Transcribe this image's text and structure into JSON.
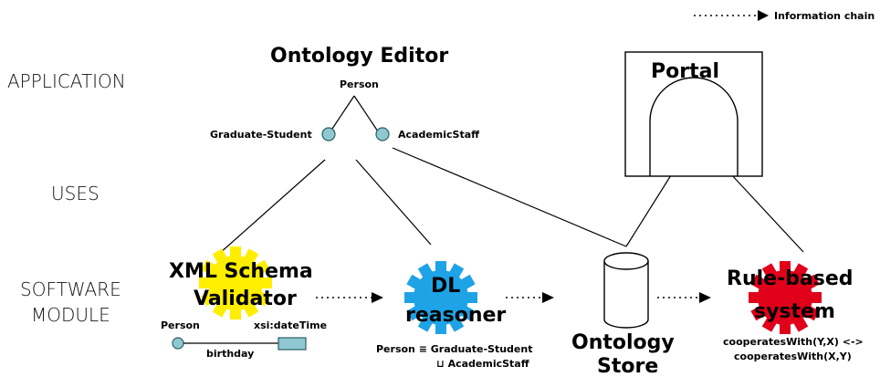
{
  "legend": {
    "label": "Information chain"
  },
  "layers": {
    "application": "APPLICATION",
    "uses": "USES",
    "software_line1": "SOFTWARE",
    "software_line2": "MODULE"
  },
  "ontology_editor": {
    "title": "Ontology Editor",
    "root": "Person",
    "child_left": "Graduate-Student",
    "child_right": "AcademicStaff"
  },
  "portal": {
    "title": "Portal"
  },
  "xml_validator": {
    "line1": "XML Schema",
    "line2": "Validator",
    "left_label": "Person",
    "right_label": "xsi:dateTime",
    "edge_label": "birthday",
    "gear_color": "#ffee00"
  },
  "dl_reasoner": {
    "line1": "DL",
    "line2": "reasoner",
    "axiom_line1": "Person ≡ Graduate-Student",
    "axiom_line2": "⊔ AcademicStaff",
    "gear_color": "#1ea3e6"
  },
  "ontology_store": {
    "line1": "Ontology",
    "line2": "Store"
  },
  "rule_system": {
    "line1": "Rule-based",
    "line2": "system",
    "rule_line1": "cooperatesWith(Y,X) <->",
    "rule_line2": "cooperatesWith(X,Y)",
    "gear_color": "#e0001a"
  }
}
